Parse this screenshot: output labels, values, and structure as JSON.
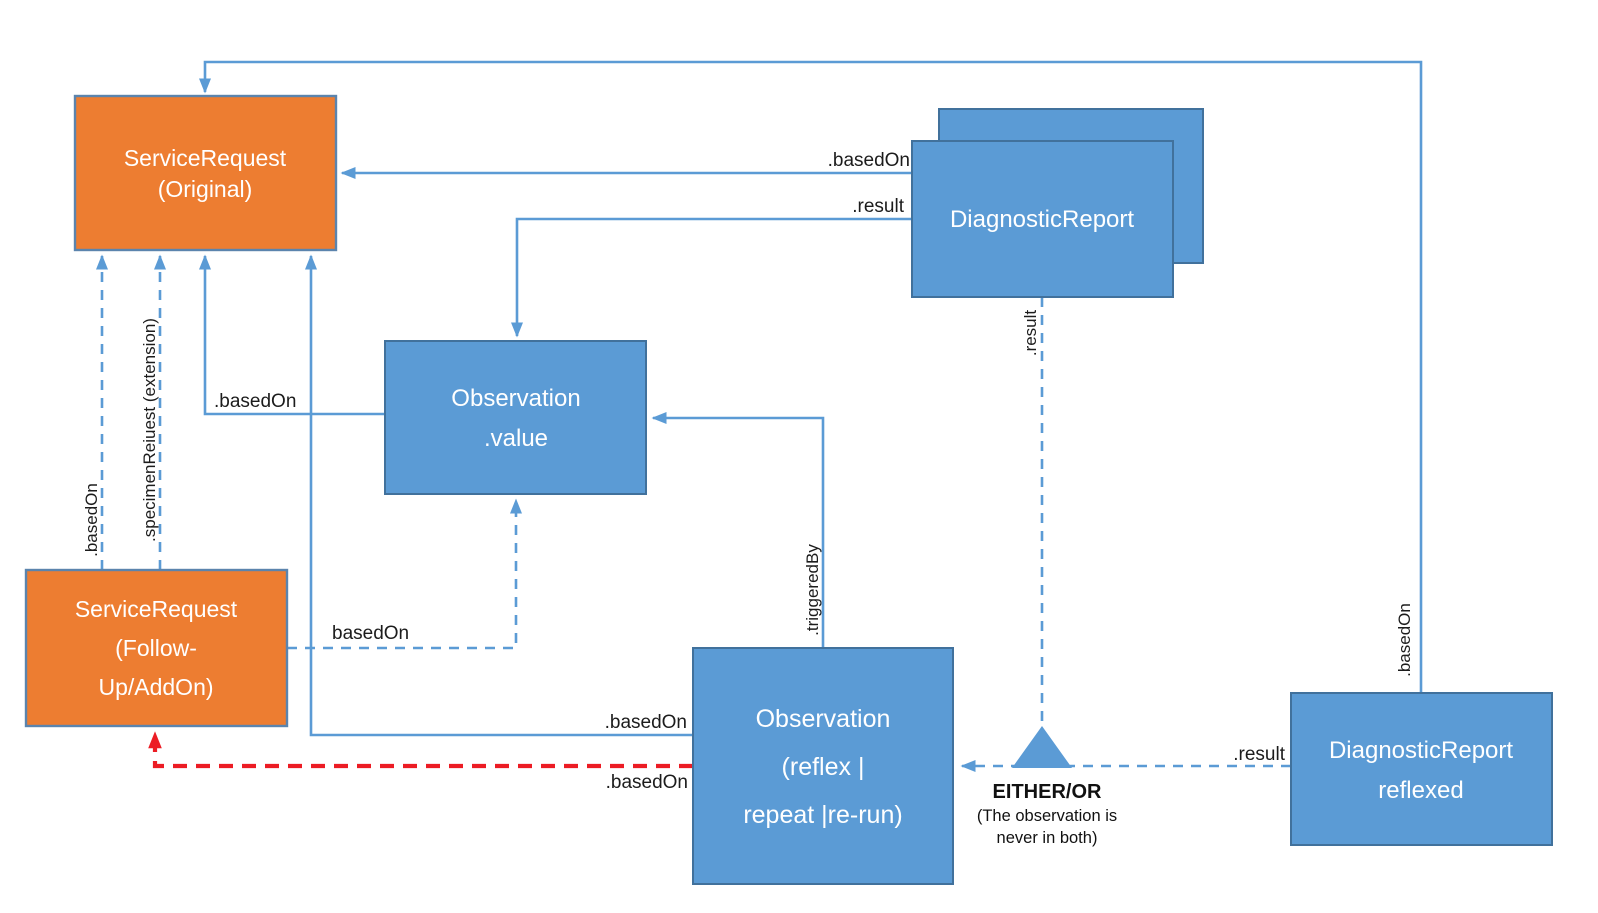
{
  "colors": {
    "box_blue_fill": "#5b9bd5",
    "box_blue_border": "#41719c",
    "box_orange_fill": "#ed7d31",
    "box_orange_border": "#5b84ad",
    "connector_blue": "#5b9bd5",
    "connector_red": "#ec1c24",
    "label_text": "#1c1c1c",
    "box_text": "#ffffff"
  },
  "boxes": {
    "sr_original": {
      "line1": "ServiceRequest",
      "line2": "(Original)"
    },
    "sr_followup": {
      "line1": "ServiceRequest",
      "line2": "(Follow-",
      "line3": "Up/AddOn)"
    },
    "obs_value": {
      "line1": "Observation",
      "line2": ".value"
    },
    "diagnostic_report": {
      "label": "DiagnosticReport"
    },
    "obs_reflex": {
      "line1": "Observation",
      "line2": "(reflex |",
      "line3": "repeat |re-run)"
    },
    "dr_reflexed": {
      "line1": "DiagnosticReport",
      "line2": "reflexed"
    }
  },
  "edge_labels": {
    "dr_based_on": ".basedOn",
    "dr_result": ".result",
    "obs_value_based_on": ".basedOn",
    "followup_based_on_vertical": ".basedOn",
    "specimen_request_extension": ".specimenReiuest (extension)",
    "followup_based_on_dashed": "basedOn",
    "obs_reflex_based_on_solid": ".basedOn",
    "obs_reflex_based_on_red": ".basedOn",
    "triggered_by": ".triggeredBy",
    "dr_result_vertical": ".result",
    "reflexed_result": ".result",
    "reflexed_based_on_vertical": ".basedOn"
  },
  "annotation": {
    "title": "EITHER/OR",
    "line1": "(The observation is",
    "line2": "never in both)"
  }
}
